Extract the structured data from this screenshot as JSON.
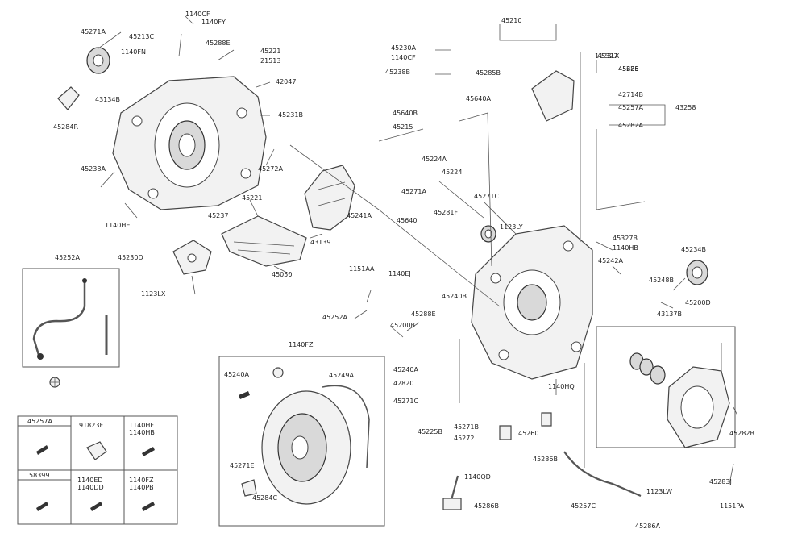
{
  "callouts": [
    {
      "id": "c1",
      "text": "45271A"
    },
    {
      "id": "c2",
      "text": "45213C"
    },
    {
      "id": "c3",
      "text": "1140FY"
    },
    {
      "id": "c4",
      "text": "45288E"
    },
    {
      "id": "c5",
      "text": "1140FN"
    },
    {
      "id": "c6",
      "text": "45221"
    },
    {
      "id": "c7",
      "text": "21513"
    },
    {
      "id": "c8",
      "text": "42047"
    },
    {
      "id": "c9",
      "text": "43134B"
    },
    {
      "id": "c10",
      "text": "45284R"
    },
    {
      "id": "c11",
      "text": "45231B"
    },
    {
      "id": "c12",
      "text": "45272A"
    },
    {
      "id": "c13",
      "text": "45238A"
    },
    {
      "id": "c14",
      "text": "1140HE"
    },
    {
      "id": "c15",
      "text": "45221"
    },
    {
      "id": "c16",
      "text": "45237"
    },
    {
      "id": "c17",
      "text": "43139"
    },
    {
      "id": "c18",
      "text": "45230D"
    },
    {
      "id": "c19",
      "text": "1123LX"
    },
    {
      "id": "c20",
      "text": "45050"
    },
    {
      "id": "c21",
      "text": "45252A"
    },
    {
      "id": "c22",
      "text": "45210"
    },
    {
      "id": "c23",
      "text": "1123LX"
    },
    {
      "id": "c24",
      "text": "45285"
    },
    {
      "id": "c25",
      "text": "45230A"
    },
    {
      "id": "c26",
      "text": "1140CF"
    },
    {
      "id": "c27",
      "text": "45238B"
    },
    {
      "id": "c28",
      "text": "45285B"
    },
    {
      "id": "c29",
      "text": "45640A"
    },
    {
      "id": "c30",
      "text": "45640B"
    },
    {
      "id": "c31",
      "text": "45215"
    },
    {
      "id": "c32",
      "text": "45224A"
    },
    {
      "id": "c33",
      "text": "45224"
    },
    {
      "id": "c34",
      "text": "45271A"
    },
    {
      "id": "c35",
      "text": "45271C"
    },
    {
      "id": "c36",
      "text": "45281F"
    },
    {
      "id": "c37",
      "text": "45640"
    },
    {
      "id": "c38",
      "text": "1140EJ"
    },
    {
      "id": "c39",
      "text": "45241A"
    },
    {
      "id": "c40",
      "text": "1123LY"
    },
    {
      "id": "c41",
      "text": "45327"
    },
    {
      "id": "c42",
      "text": "45626"
    },
    {
      "id": "c43",
      "text": "42714B"
    },
    {
      "id": "c44",
      "text": "45257A"
    },
    {
      "id": "c45",
      "text": "43258"
    },
    {
      "id": "c46",
      "text": "45282A"
    },
    {
      "id": "c47",
      "text": "45327B"
    },
    {
      "id": "c48",
      "text": "1140HB"
    },
    {
      "id": "c49",
      "text": "45242A"
    },
    {
      "id": "c50",
      "text": "45234B"
    },
    {
      "id": "c51",
      "text": "45248B"
    },
    {
      "id": "c52",
      "text": "45200D"
    },
    {
      "id": "c53",
      "text": "43137B"
    },
    {
      "id": "c54",
      "text": "1151AA"
    },
    {
      "id": "c55",
      "text": "45252A"
    },
    {
      "id": "c56",
      "text": "45240B"
    },
    {
      "id": "c57",
      "text": "45200B"
    },
    {
      "id": "c58",
      "text": "1140FZ"
    },
    {
      "id": "c59",
      "text": "45240A"
    },
    {
      "id": "c60",
      "text": "45288E"
    },
    {
      "id": "c61",
      "text": "45249A"
    },
    {
      "id": "c62",
      "text": "45240A"
    },
    {
      "id": "c63",
      "text": "42820"
    },
    {
      "id": "c64",
      "text": "45271C"
    },
    {
      "id": "c65",
      "text": "1140HQ"
    },
    {
      "id": "c66",
      "text": "45225B"
    },
    {
      "id": "c67",
      "text": "45271B"
    },
    {
      "id": "c68",
      "text": "45272"
    },
    {
      "id": "c69",
      "text": "45260"
    },
    {
      "id": "c70",
      "text": "45286B"
    },
    {
      "id": "c71",
      "text": "45271E"
    },
    {
      "id": "c72",
      "text": "45286B"
    },
    {
      "id": "c73",
      "text": "45284C"
    },
    {
      "id": "c74",
      "text": "45257C"
    },
    {
      "id": "c75",
      "text": "1123LW"
    },
    {
      "id": "c76",
      "text": "45286A"
    },
    {
      "id": "c77",
      "text": "1140QD"
    },
    {
      "id": "c78",
      "text": "45282B"
    },
    {
      "id": "c79",
      "text": "45283J"
    },
    {
      "id": "c80",
      "text": "1151PA"
    },
    {
      "id": "c81",
      "text": "1140CF"
    }
  ],
  "legend": {
    "cells": [
      {
        "label": "45257A"
      },
      {
        "label": "91823F"
      },
      {
        "label": "1140HF\n1140HB"
      },
      {
        "label": "58399"
      },
      {
        "label": "1140ED\n1140DD"
      },
      {
        "label": "1140FZ\n1140PB"
      }
    ]
  }
}
